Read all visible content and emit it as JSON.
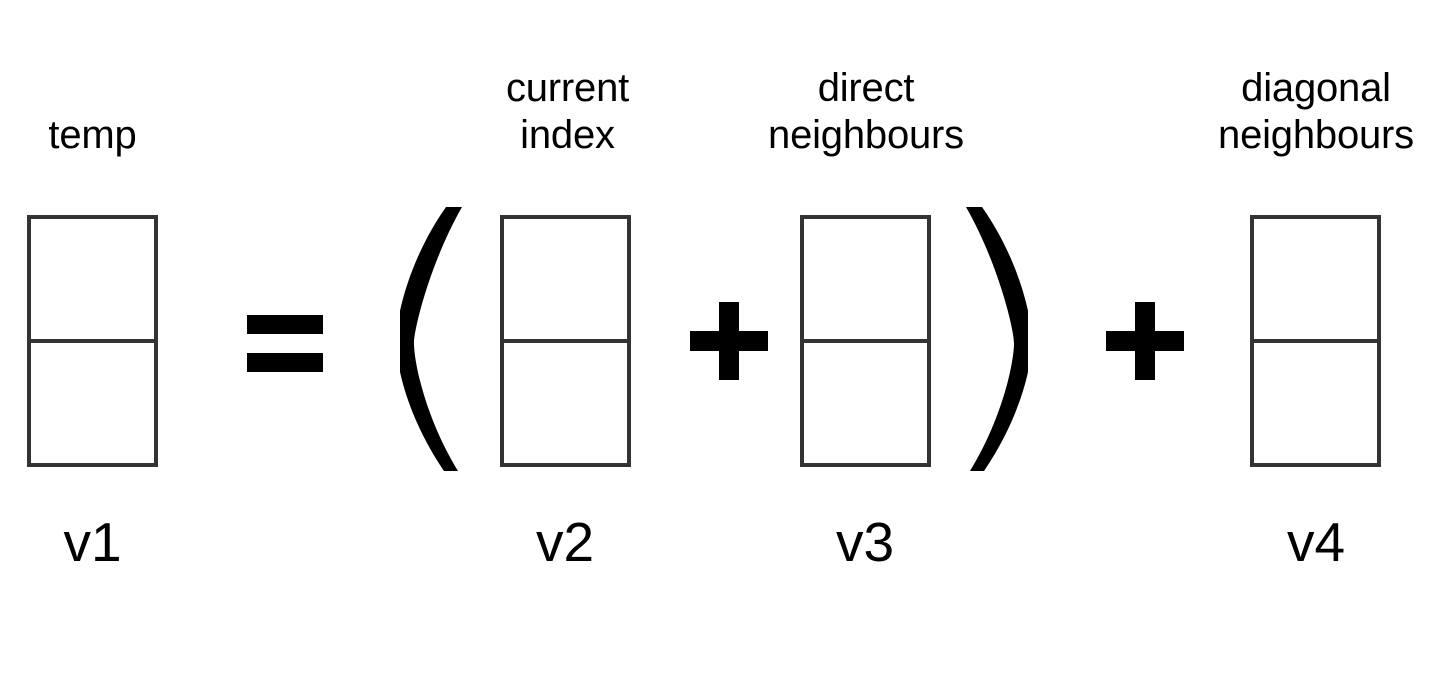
{
  "figure": {
    "type": "diagram",
    "description": "Vector addition formula diagram with 2x1 cell stacks",
    "background_color": "#ffffff",
    "box_border_color": "#333333",
    "operator_color": "#000000",
    "text_color": "#000000",
    "equation": "temp = ( current index + direct neighbours ) + diagonal neighbours",
    "equation_vectors": "v1 = ( v2 + v3 ) + v4"
  },
  "captions": {
    "temp": "temp",
    "current_index": "current\nindex",
    "direct_neighbours": "direct\nneighbours",
    "diagonal_neighbours": "diagonal\nneighbours"
  },
  "vector_labels": {
    "v1": "v1",
    "v2": "v2",
    "v3": "v3",
    "v4": "v4"
  },
  "operators": {
    "equals": "=",
    "plus_inner": "+",
    "plus_outer": "+",
    "paren_open": "(",
    "paren_close": ")"
  },
  "stacks": [
    {
      "id": "v1",
      "caption": "temp",
      "label": "v1",
      "cells": 2,
      "cell_values": [
        "",
        ""
      ]
    },
    {
      "id": "v2",
      "caption": "current index",
      "label": "v2",
      "cells": 2,
      "cell_values": [
        "",
        ""
      ]
    },
    {
      "id": "v3",
      "caption": "direct neighbours",
      "label": "v3",
      "cells": 2,
      "cell_values": [
        "",
        ""
      ]
    },
    {
      "id": "v4",
      "caption": "diagonal neighbours",
      "label": "v4",
      "cells": 2,
      "cell_values": [
        "",
        ""
      ]
    }
  ]
}
